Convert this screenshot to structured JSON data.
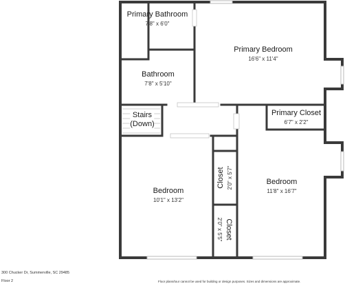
{
  "rooms": [
    {
      "name": "Primary Bathroom",
      "dims": "7'8\" x 6'0\""
    },
    {
      "name": "Primary Bedroom",
      "dims": "16'6\" x 11'4\""
    },
    {
      "name": "Bathroom",
      "dims": "7'8\" x 5'10\""
    },
    {
      "name": "Stairs\n(Down)",
      "dims": ""
    },
    {
      "name": "Primary Closet",
      "dims": "6'7\" x 2'2\""
    },
    {
      "name": "Closet",
      "dims": "2'0\" x 5'7\""
    },
    {
      "name": "Bedroom",
      "dims": "11'8\" x 16'7\""
    },
    {
      "name": "Bedroom",
      "dims": "10'1\" x 13'2\""
    },
    {
      "name": "Closet",
      "dims": "2'0\" x 5'5\""
    }
  ],
  "footer": {
    "address": "300 Chucker Dr, Summerville, SC 29485",
    "floor": "Floor 2",
    "disclaimer": "Floor plans/tour cannot be used for building or design purposes. Sizes and dimensions are approximate."
  },
  "colors": {
    "wall": "#3a3a3a",
    "window": "#b8b8b8",
    "background": "#ffffff"
  }
}
